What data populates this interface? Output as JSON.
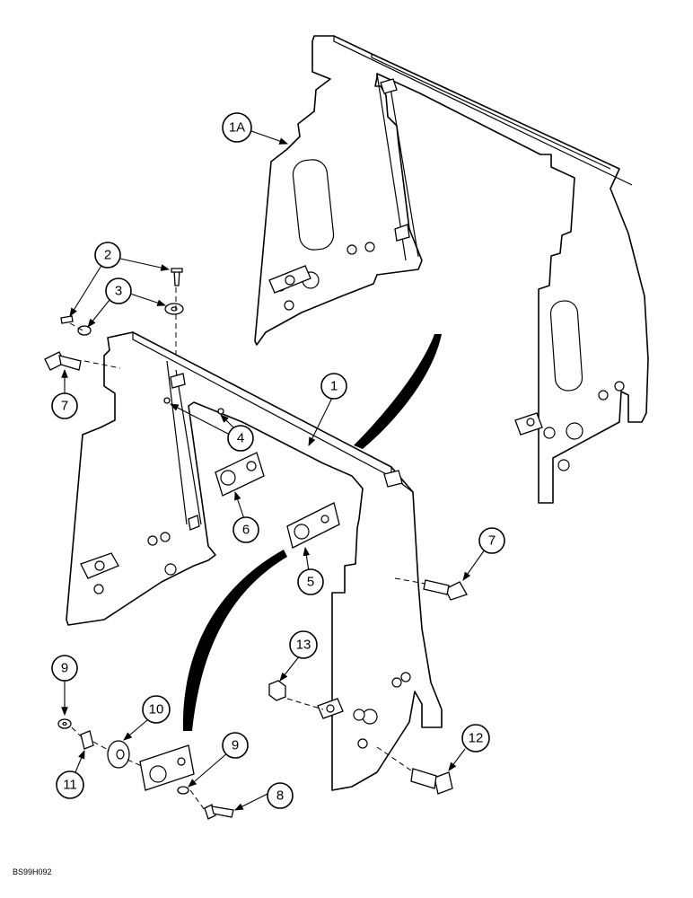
{
  "figure_code": "BS99H092",
  "callouts": [
    {
      "id": "c-1A",
      "label": "1A"
    },
    {
      "id": "c-1",
      "label": "1"
    },
    {
      "id": "c-2",
      "label": "2"
    },
    {
      "id": "c-3",
      "label": "3"
    },
    {
      "id": "c-4",
      "label": "4"
    },
    {
      "id": "c-5",
      "label": "5"
    },
    {
      "id": "c-6",
      "label": "6"
    },
    {
      "id": "c-7a",
      "label": "7"
    },
    {
      "id": "c-7b",
      "label": "7"
    },
    {
      "id": "c-8",
      "label": "8"
    },
    {
      "id": "c-9a",
      "label": "9"
    },
    {
      "id": "c-9b",
      "label": "9"
    },
    {
      "id": "c-10",
      "label": "10"
    },
    {
      "id": "c-11",
      "label": "11"
    },
    {
      "id": "c-12",
      "label": "12"
    },
    {
      "id": "c-13",
      "label": "13"
    }
  ]
}
